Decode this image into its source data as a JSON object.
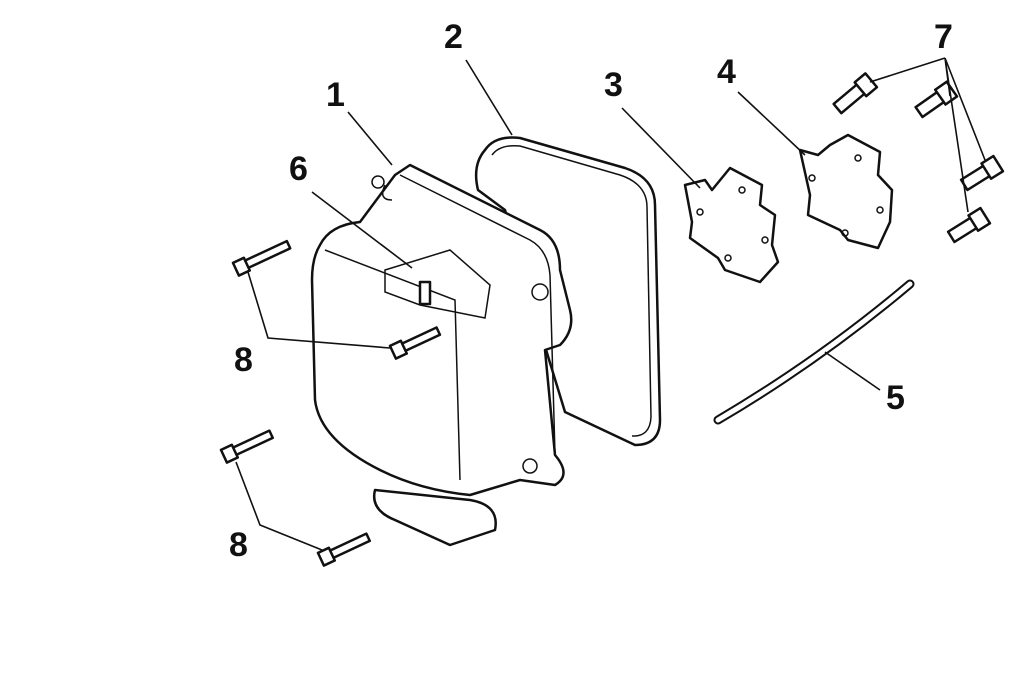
{
  "diagram": {
    "type": "exploded-parts-view",
    "callouts": [
      {
        "id": "1",
        "label": "1"
      },
      {
        "id": "2",
        "label": "2"
      },
      {
        "id": "3",
        "label": "3"
      },
      {
        "id": "4",
        "label": "4"
      },
      {
        "id": "5",
        "label": "5"
      },
      {
        "id": "6",
        "label": "6"
      },
      {
        "id": "7",
        "label": "7"
      },
      {
        "id": "8a",
        "label": "8"
      },
      {
        "id": "8b",
        "label": "8"
      }
    ]
  }
}
